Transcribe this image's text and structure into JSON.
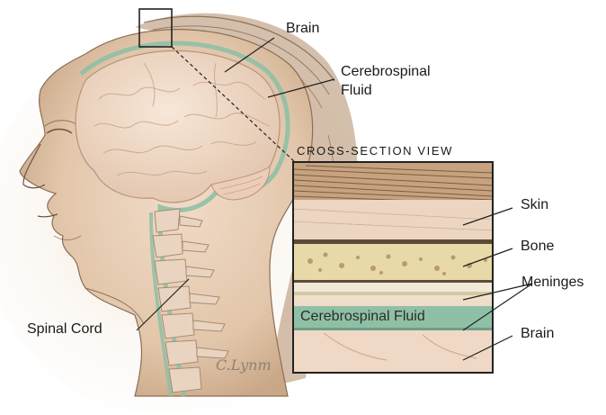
{
  "labels": {
    "brain_top": "Brain",
    "csf_top_line1": "Cerebrospinal",
    "csf_top_line2": "Fluid",
    "cross_section_title": "CROSS-SECTION VIEW",
    "skin": "Skin",
    "bone": "Bone",
    "meninges": "Meninges",
    "csf_band": "Cerebrospinal Fluid",
    "brain_bottom": "Brain",
    "spinal_cord": "Spinal Cord"
  },
  "signature": "C.Lynm",
  "colors": {
    "csf": "#8fc0a6",
    "skin_tone": "#e9d2bd",
    "brain_tone": "#eed8c6",
    "bone": "#e7d8a6",
    "hair": "#8a6a4a"
  }
}
